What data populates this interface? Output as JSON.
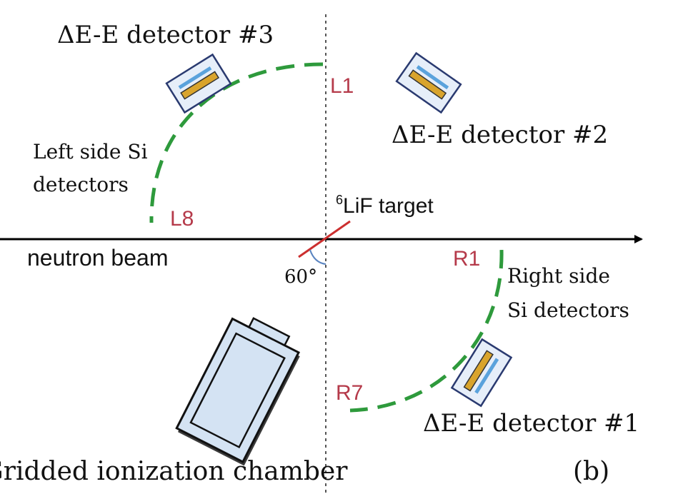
{
  "detectors": {
    "de3_label": "ΔE-E detector #3",
    "de2_label": "ΔE-E detector #2",
    "de1_label": "ΔE-E detector #1"
  },
  "arcs": {
    "left_label_line1": "Left side Si",
    "left_label_line2": "detectors",
    "right_label_line1": "Right side",
    "right_label_line2": "Si detectors",
    "L1": "L1",
    "L8": "L8",
    "R1": "R1",
    "R7": "R7"
  },
  "target": {
    "sup": "6",
    "label": "LiF target",
    "angle": "60°"
  },
  "beam": {
    "label": "neutron beam"
  },
  "chamber": {
    "label": "Gridded ionization chamber"
  },
  "panel": {
    "label": "(b)"
  },
  "colors": {
    "arc": "#2e9a3c",
    "label_red": "#b53a4a",
    "target_red": "#cc2f2f",
    "detector_fill": "#e6eef9",
    "detector_blue": "#5aa2dc",
    "detector_gold": "#d9a42c",
    "chamber_fill": "#d4e3f3",
    "angle_arc": "#5a84c0"
  }
}
